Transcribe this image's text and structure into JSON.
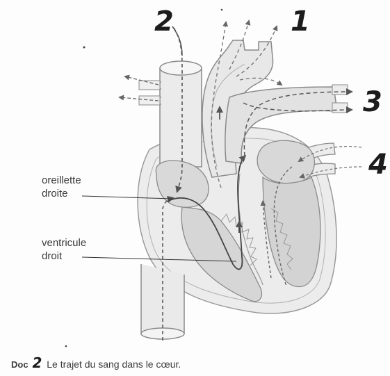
{
  "labels": {
    "oreillette_line1": "oreillette",
    "oreillette_line2": "droite",
    "ventricule_line1": "ventricule",
    "ventricule_line2": "droit"
  },
  "numbers": {
    "n1": "1",
    "n2": "2",
    "n3": "3",
    "n4": "4"
  },
  "caption": {
    "doc": "Doc",
    "number": "2",
    "text": "Le trajet du sang dans le cœur."
  }
}
